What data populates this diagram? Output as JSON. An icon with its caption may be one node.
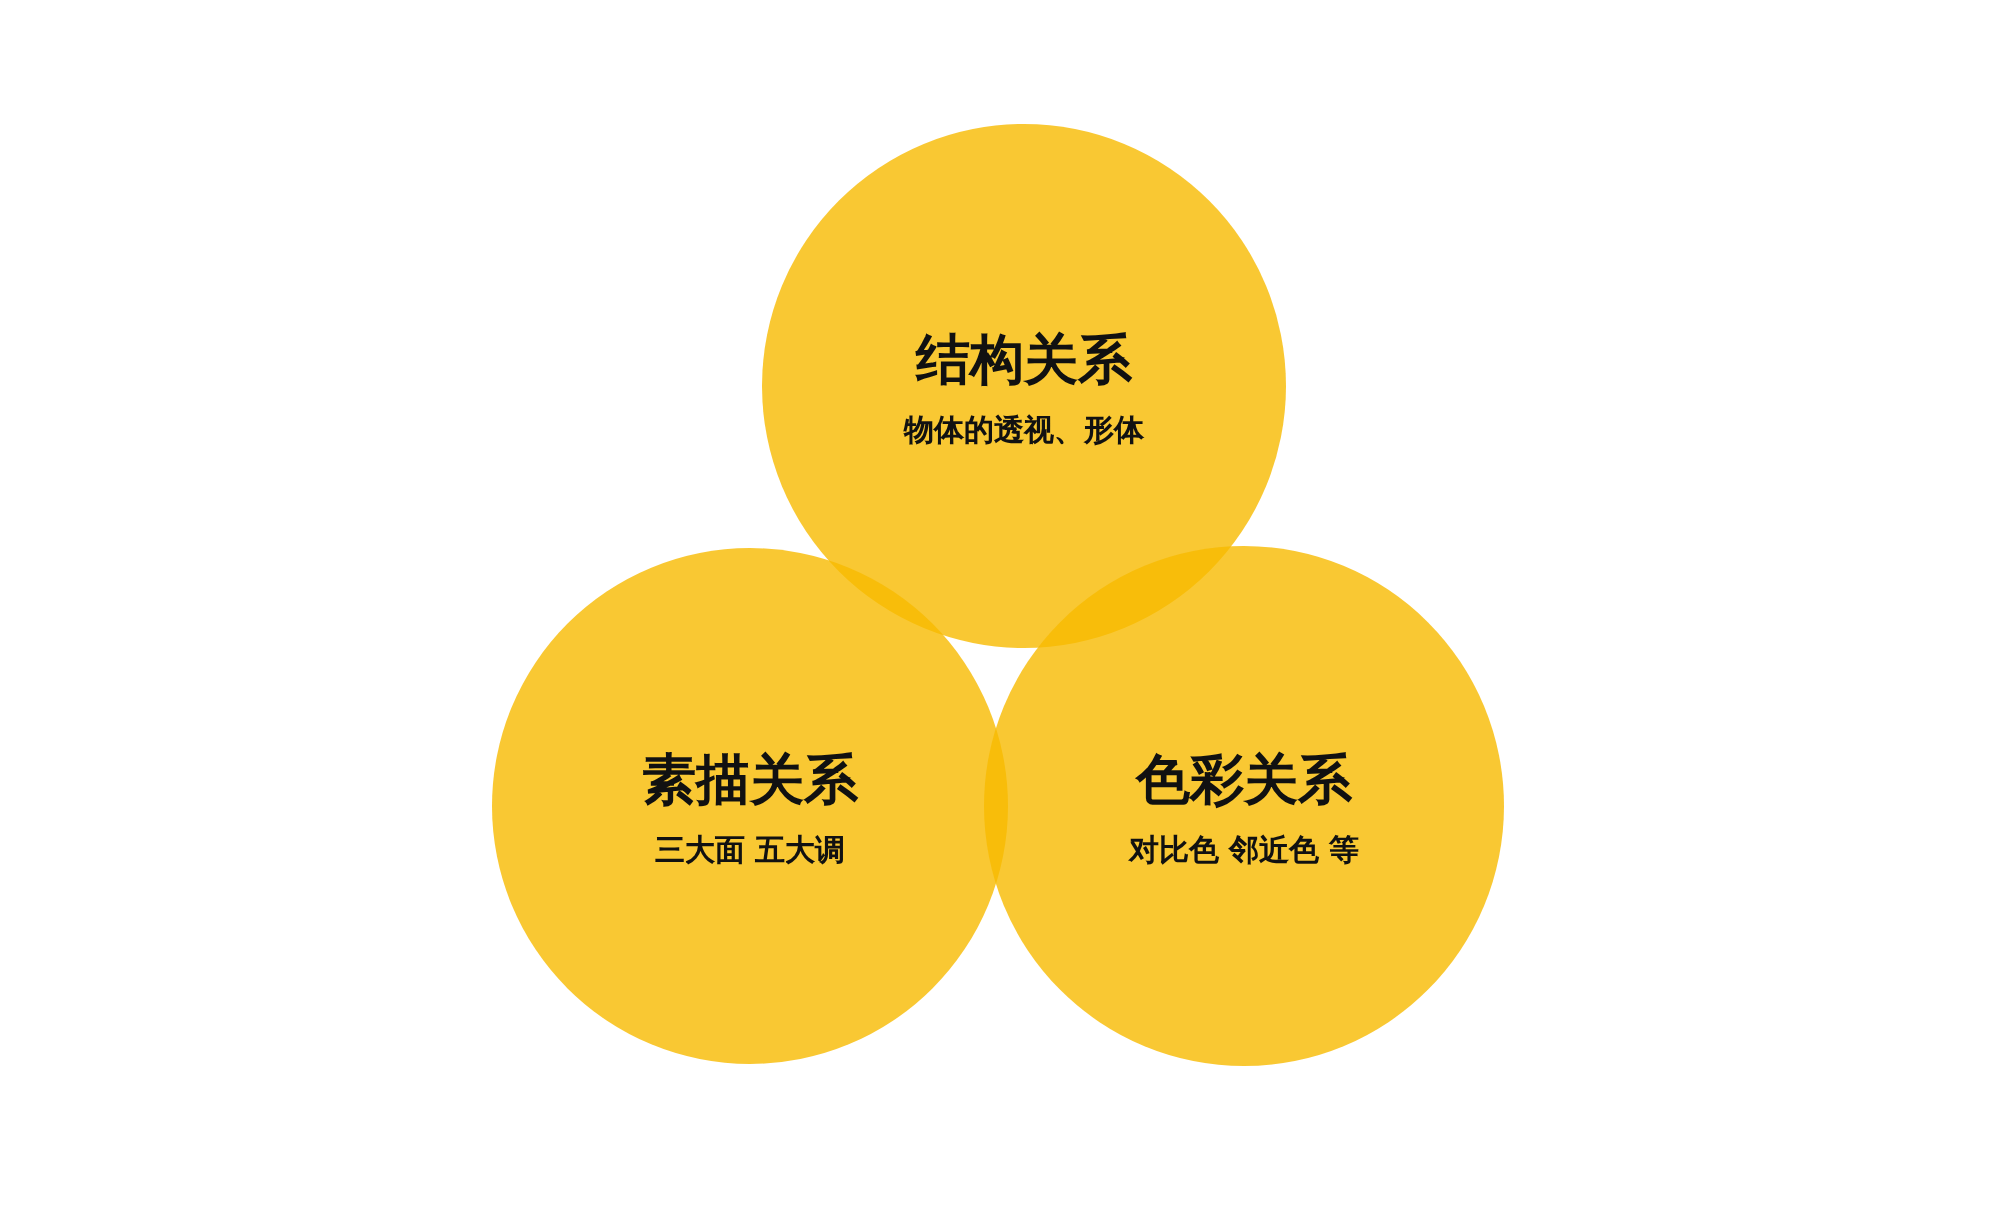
{
  "diagram": {
    "nodes": [
      {
        "text": [
          "结构关系",
          "物体的透视、形体"
        ]
      },
      {
        "text": [
          "素描关系",
          "三大面 五大调"
        ]
      },
      {
        "text": [
          "色彩关系",
          "对比色 邻近色 等"
        ]
      }
    ]
  }
}
